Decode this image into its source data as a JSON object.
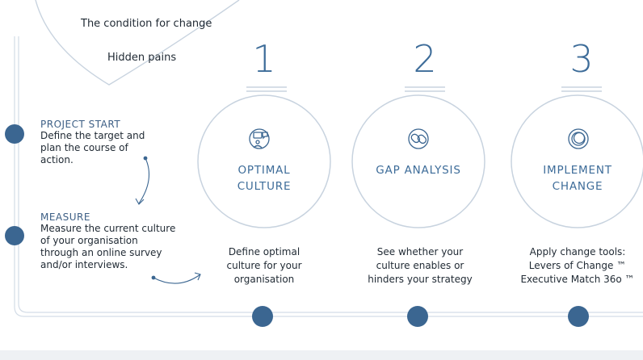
{
  "top_circle": {
    "line1": "The condition for change",
    "line2": "Hidden pains"
  },
  "phases": [
    {
      "title": "PROJECT START",
      "description": "Define the target and plan the course of action."
    },
    {
      "title": "MEASURE",
      "description": "Measure the current culture of your organisation through an online survey and/or interviews."
    }
  ],
  "steps": [
    {
      "number": "1",
      "label_line1": "OPTIMAL",
      "label_line2": "CULTURE",
      "icon": "presenter-icon",
      "desc_line1": "Define optimal",
      "desc_line2": "culture for your",
      "desc_line3": "organisation"
    },
    {
      "number": "2",
      "label_line1": "GAP ANALYSIS",
      "label_line2": "",
      "icon": "broken-link-icon",
      "desc_line1": "See whether your",
      "desc_line2": "culture enables or",
      "desc_line3": "hinders your strategy"
    },
    {
      "number": "3",
      "label_line1": "IMPLEMENT",
      "label_line2": "CHANGE",
      "icon": "ring-icon",
      "desc_line1": "Apply change tools:",
      "desc_line2": "Levers of Change ™",
      "desc_line3": "Executive Match 36o ™"
    }
  ],
  "colors": {
    "accent": "#3d6c99",
    "dot": "#3b6691",
    "line": "#c8d3df"
  }
}
